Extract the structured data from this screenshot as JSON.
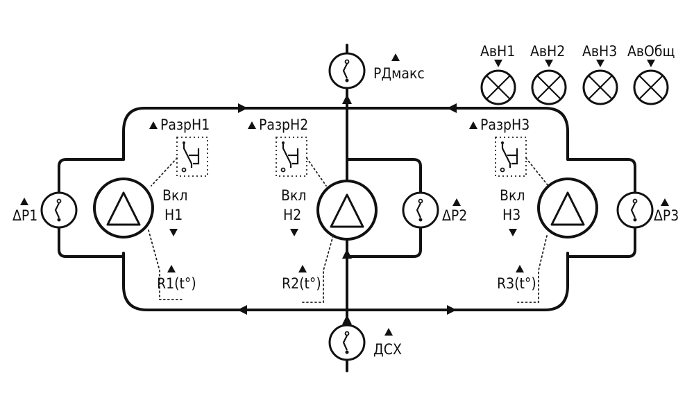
{
  "labels": {
    "rd_max": "РДмакс",
    "dsx": "ДСХ",
    "dp1": "ΔР1",
    "dp2": "ΔР2",
    "dp3": "ΔР3",
    "razr_n1": "РазрН1",
    "razr_n2": "РазрН2",
    "razr_n3": "РазрН3",
    "vkl": "Вкл",
    "n1": "Н1",
    "n2": "Н2",
    "n3": "Н3",
    "r1": "R1(t°)",
    "r2": "R2(t°)",
    "r3": "R3(t°)",
    "av_n1": "АвН1",
    "av_n2": "АвН2",
    "av_n3": "АвН3",
    "av_obsch": "АвОбщ"
  }
}
